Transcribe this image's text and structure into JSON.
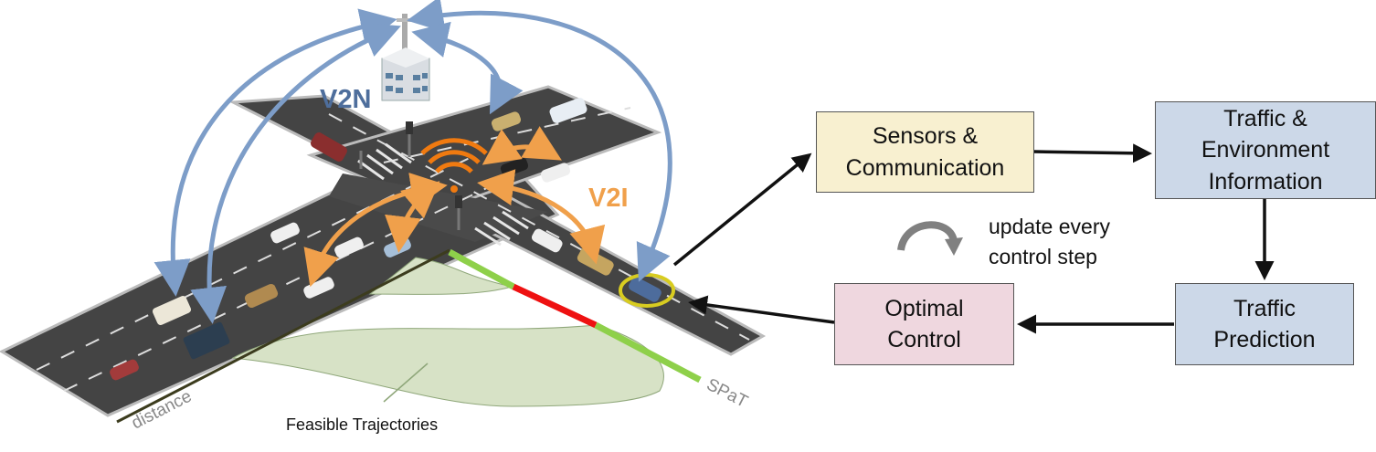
{
  "scene": {
    "v2n_label": "V2N",
    "v2i_label": "V2I",
    "distance_label": "distance",
    "spat_label": "SPaT",
    "trajectories_label": "Feasible Trajectories"
  },
  "flow": {
    "sensors_box": "Sensors &\nCommunication",
    "traffic_env_box": "Traffic &\nEnvironment\nInformation",
    "traffic_prediction_box": "Traffic\nPrediction",
    "optimal_control_box": "Optimal\nControl",
    "update_note": "update every\ncontrol step"
  },
  "colors": {
    "v2n": "#4e6e9c",
    "v2i": "#f0a04b",
    "sensors_fill": "#f8f0d0",
    "info_fill": "#ccd8e8",
    "control_fill": "#efd7df",
    "spat_green": "#8ed04a",
    "spat_red": "#ee1111",
    "highlight": "#d8cc20"
  }
}
